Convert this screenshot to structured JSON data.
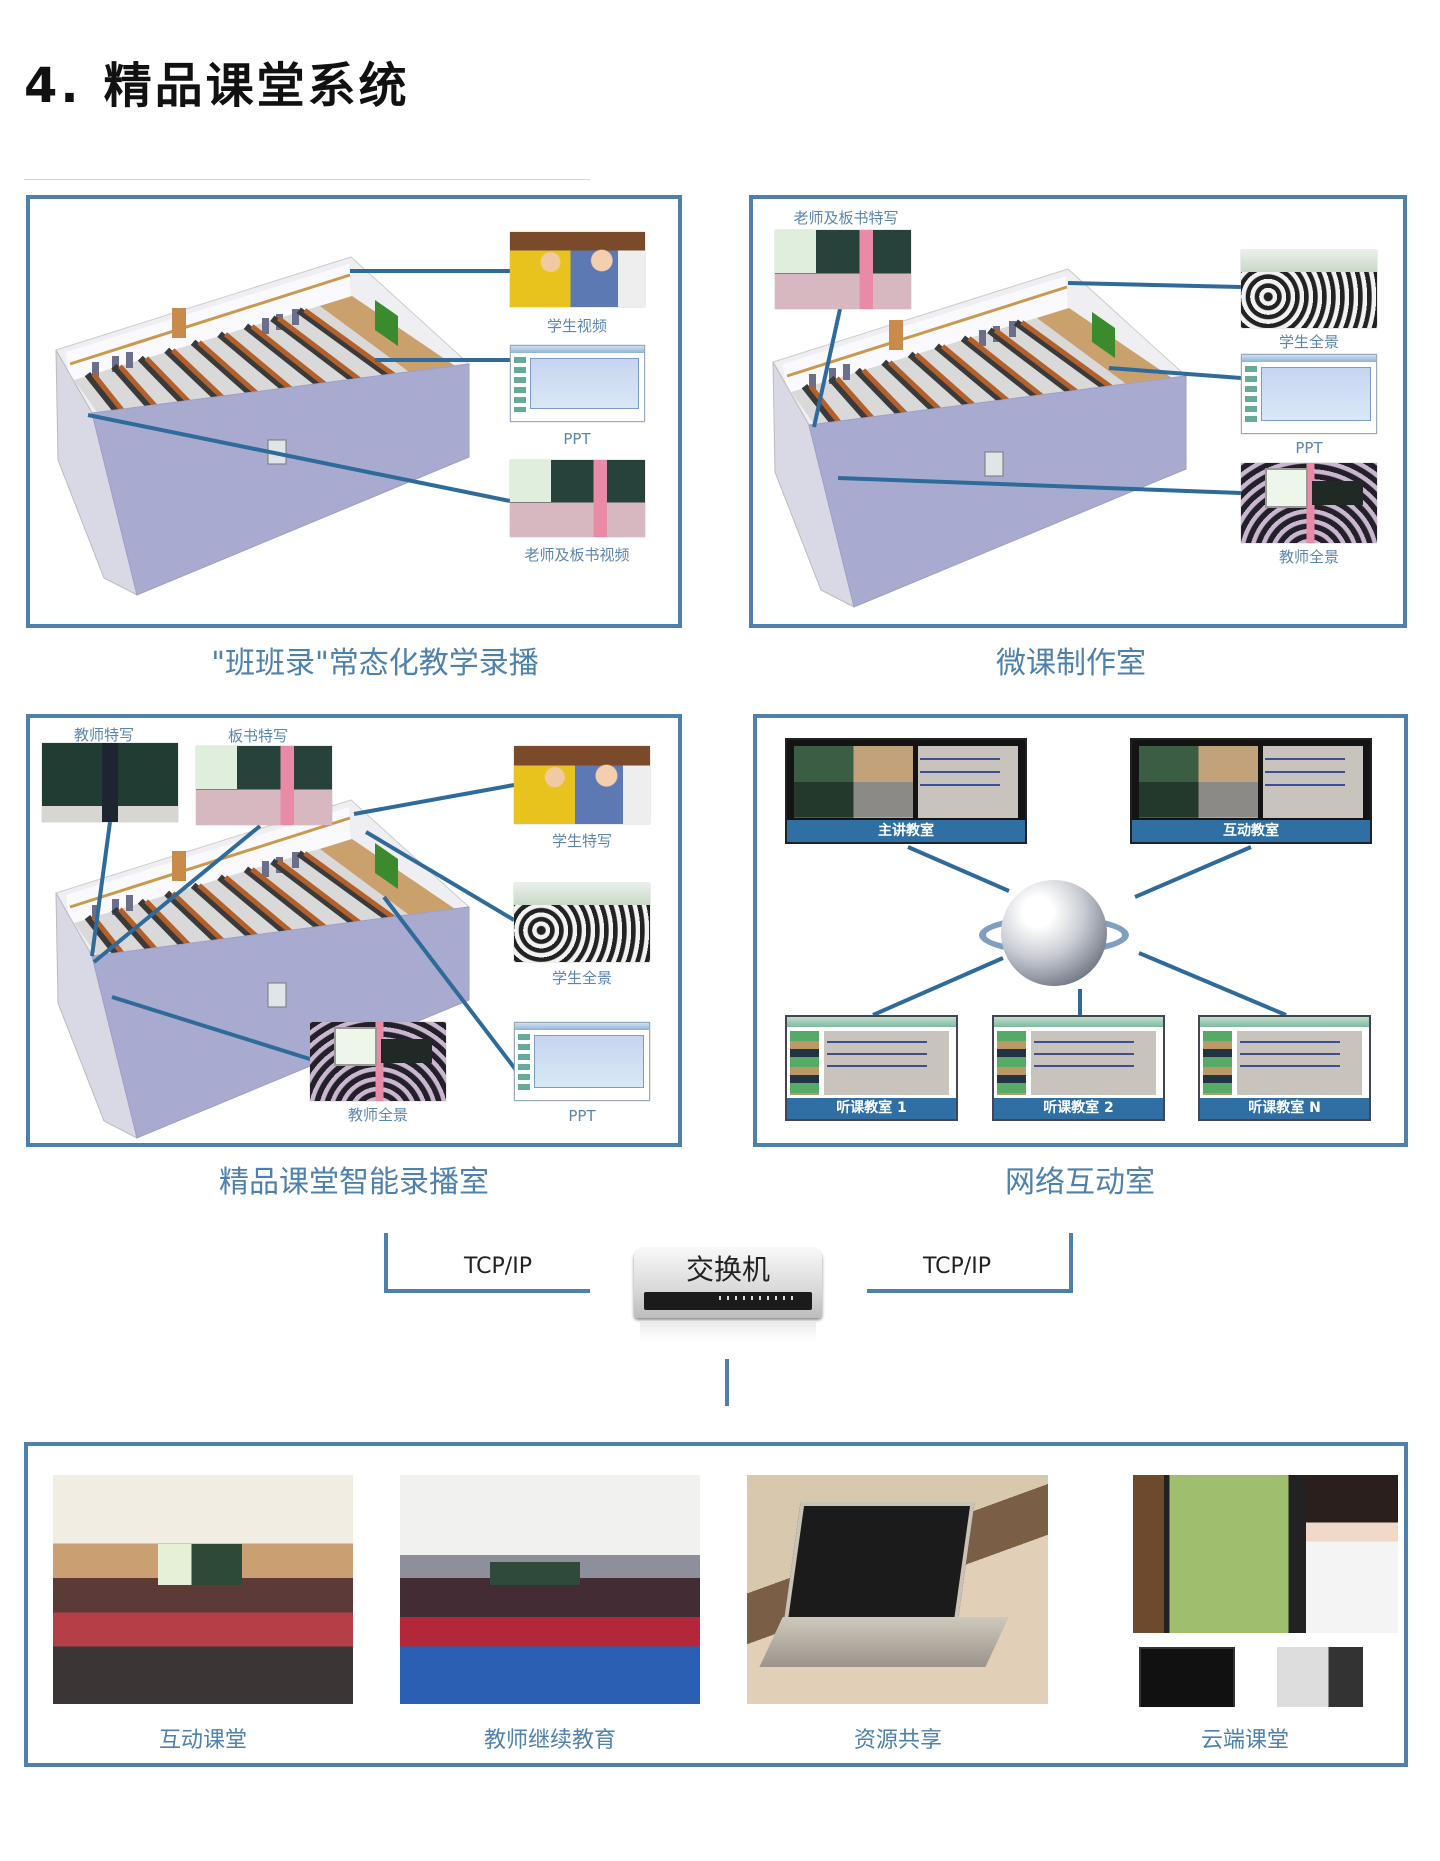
{
  "title": {
    "number": "4.",
    "text": "精品课堂系统"
  },
  "panels": [
    {
      "caption": "\"班班录\"常态化教学录播",
      "thumbs": [
        "学生视频",
        "PPT",
        "老师及板书视频"
      ]
    },
    {
      "caption": "微课制作室",
      "thumbs": [
        "老师及板书特写",
        "学生全景",
        "PPT",
        "教师全景"
      ]
    },
    {
      "caption": "精品课堂智能录播室",
      "thumbs": [
        "教师特写",
        "板书特写",
        "学生特写",
        "学生全景",
        "教师全景",
        "PPT"
      ]
    },
    {
      "caption": "网络互动室",
      "rooms": [
        "主讲教室",
        "互动教室",
        "听课教室 1",
        "听课教室 2",
        "听课教室 N"
      ]
    }
  ],
  "network": {
    "protocol_left": "TCP/IP",
    "switch_label": "交换机",
    "protocol_right": "TCP/IP"
  },
  "applications": [
    "互动课堂",
    "教师继续教育",
    "资源共享",
    "云端课堂"
  ],
  "colors": {
    "frame": "#4d80ad",
    "caption": "#4f81ad",
    "label_bar": "#2f6fa3",
    "connector": "#2f6b9a"
  }
}
